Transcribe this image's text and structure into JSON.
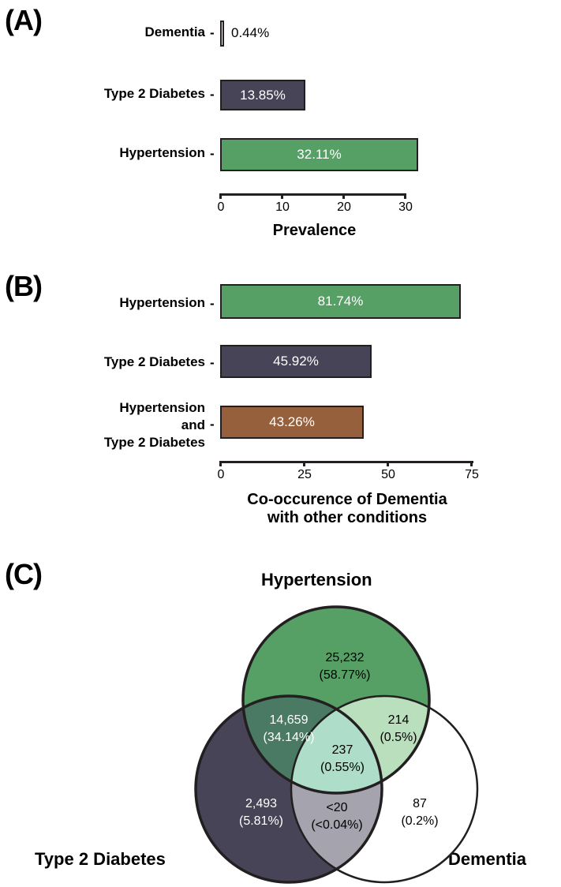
{
  "figure": {
    "panels": [
      {
        "id": "A",
        "label": "(A)"
      },
      {
        "id": "B",
        "label": "(B)"
      },
      {
        "id": "C",
        "label": "(C)"
      }
    ]
  },
  "colors": {
    "green": "#56a066",
    "purple": "#474457",
    "brown": "#96603c",
    "light_green": "#b9dfbc",
    "mint": "#aeddca",
    "dark_green_overlap": "#4a7a64",
    "gray_overlap": "#a5a4ae",
    "white": "#ffffff",
    "outline": "#231f20"
  },
  "panelA": {
    "axis_title": "Prevalence",
    "ticks": [
      0,
      10,
      20,
      30
    ],
    "tick_labels": [
      "0",
      "10",
      "20",
      "30"
    ],
    "xlim": [
      0,
      32.8
    ],
    "bars": [
      {
        "label": "Dementia",
        "value": 0.44,
        "value_label": "0.44%",
        "color": "#ffffff",
        "label_inside": false
      },
      {
        "label": "Type 2 Diabetes",
        "value": 13.85,
        "value_label": "13.85%",
        "color": "#474457",
        "label_inside": true
      },
      {
        "label": "Hypertension",
        "value": 32.11,
        "value_label": "32.11%",
        "color": "#56a066",
        "label_inside": true
      }
    ]
  },
  "panelB": {
    "axis_title": "Co-occurence of Dementia\nwith other conditions",
    "ticks": [
      0,
      25,
      50,
      75
    ],
    "tick_labels": [
      "0",
      "25",
      "50",
      "75"
    ],
    "xlim": [
      0,
      83.5
    ],
    "bars": [
      {
        "label": "Hypertension",
        "value": 81.74,
        "value_label": "81.74%",
        "color": "#56a066",
        "label_inside": true
      },
      {
        "label": "Type 2 Diabetes",
        "value": 45.92,
        "value_label": "45.92%",
        "color": "#474457",
        "label_inside": true
      },
      {
        "label": "Hypertension\nand\nType 2 Diabetes",
        "value": 43.26,
        "value_label": "43.26%",
        "color": "#96603c",
        "label_inside": true
      }
    ]
  },
  "panelC": {
    "set_labels": {
      "top": "Hypertension",
      "bottom_left": "Type 2 Diabetes",
      "bottom_right": "Dementia"
    },
    "regions": [
      {
        "id": "hypertension-only",
        "count": "25,232",
        "percent": "(58.77%)",
        "text_color": "#000000"
      },
      {
        "id": "hypertension-diabetes",
        "count": "14,659",
        "percent": "(34.14%)",
        "text_color": "#ffffff"
      },
      {
        "id": "hypertension-dementia",
        "count": "214",
        "percent": "(0.5%)",
        "text_color": "#000000"
      },
      {
        "id": "all-three",
        "count": "237",
        "percent": "(0.55%)",
        "text_color": "#000000"
      },
      {
        "id": "diabetes-only",
        "count": "2,493",
        "percent": "(5.81%)",
        "text_color": "#ffffff"
      },
      {
        "id": "diabetes-dementia",
        "count": "<20",
        "percent": "(<0.04%)",
        "text_color": "#000000"
      },
      {
        "id": "dementia-only",
        "count": "87",
        "percent": "(0.2%)",
        "text_color": "#000000"
      }
    ]
  },
  "chart_data": [
    {
      "type": "bar",
      "orientation": "horizontal",
      "panel": "A",
      "title": "",
      "xlabel": "Prevalence",
      "ylabel": "",
      "categories": [
        "Dementia",
        "Type 2 Diabetes",
        "Hypertension"
      ],
      "values": [
        0.44,
        13.85,
        32.11
      ],
      "data_labels": [
        "0.44%",
        "13.85%",
        "32.11%"
      ],
      "colors": [
        "#ffffff",
        "#474457",
        "#56a066"
      ],
      "xlim": [
        0,
        32.8
      ],
      "xticks": [
        0,
        10,
        20,
        30
      ],
      "grid": false,
      "legend": "none"
    },
    {
      "type": "bar",
      "orientation": "horizontal",
      "panel": "B",
      "title": "",
      "xlabel": "Co-occurence of Dementia with other conditions",
      "ylabel": "",
      "categories": [
        "Hypertension",
        "Type 2 Diabetes",
        "Hypertension and Type 2 Diabetes"
      ],
      "values": [
        81.74,
        45.92,
        43.26
      ],
      "data_labels": [
        "81.74%",
        "45.92%",
        "43.26%"
      ],
      "colors": [
        "#56a066",
        "#474457",
        "#96603c"
      ],
      "xlim": [
        0,
        83.5
      ],
      "xticks": [
        0,
        25,
        50,
        75
      ],
      "grid": false,
      "legend": "none"
    },
    {
      "type": "venn",
      "panel": "C",
      "sets": [
        "Hypertension",
        "Type 2 Diabetes",
        "Dementia"
      ],
      "regions": {
        "Hypertension_only": {
          "count": 25232,
          "count_label": "25,232",
          "percent": 58.77,
          "percent_label": "(58.77%)"
        },
        "Hypertension_and_Type2Diabetes": {
          "count": 14659,
          "count_label": "14,659",
          "percent": 34.14,
          "percent_label": "(34.14%)"
        },
        "Hypertension_and_Dementia": {
          "count": 214,
          "count_label": "214",
          "percent": 0.5,
          "percent_label": "(0.5%)"
        },
        "All_three": {
          "count": 237,
          "count_label": "237",
          "percent": 0.55,
          "percent_label": "(0.55%)"
        },
        "Type2Diabetes_only": {
          "count": 2493,
          "count_label": "2,493",
          "percent": 5.81,
          "percent_label": "(5.81%)"
        },
        "Type2Diabetes_and_Dementia": {
          "count": null,
          "count_label": "<20",
          "percent": null,
          "percent_label": "(<0.04%)"
        },
        "Dementia_only": {
          "count": 87,
          "count_label": "87",
          "percent": 0.2,
          "percent_label": "(0.2%)"
        }
      }
    }
  ]
}
